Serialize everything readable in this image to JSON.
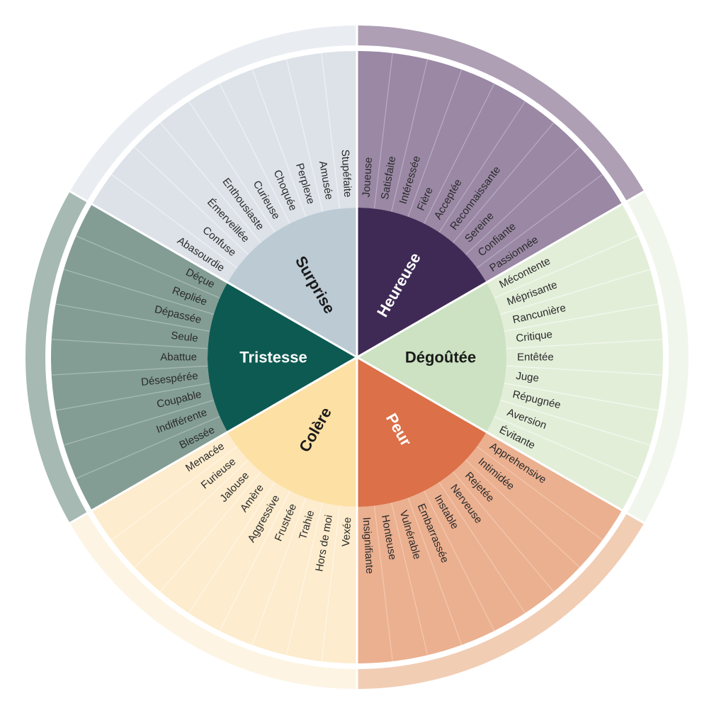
{
  "wheel": {
    "segments": [
      {
        "key": "heureuse",
        "label": "Heureuse",
        "label_color": "#ffffff",
        "colors": {
          "core": "#3f2a55",
          "middle": "#9a88a5",
          "outer": "#ae9fb5",
          "lines": "#b8aac2"
        },
        "items": [
          "Joueuse",
          "Satisfaite",
          "Intéressée",
          "Fière",
          "Acceptée",
          "Reconnaissante",
          "Sereine",
          "Confiante",
          "Passionnée"
        ]
      },
      {
        "key": "degoutee",
        "label": "Dégoûtée",
        "label_color": "#1a1a1a",
        "colors": {
          "core": "#cce2c2",
          "middle": "#e3eed9",
          "outer": "#f1f6ec",
          "lines": "#f3f8ef"
        },
        "items": [
          "Mécontente",
          "Méprisante",
          "Rancunière",
          "Critique",
          "Entêtée",
          "Juge",
          "Répugnée",
          "Aversion",
          "Évitante"
        ]
      },
      {
        "key": "peur",
        "label": "Peur",
        "label_color": "#ffffff",
        "colors": {
          "core": "#db7049",
          "middle": "#ebb090",
          "outer": "#f1cdb4",
          "lines": "#f3c7ad"
        },
        "items": [
          "Apprehensive",
          "Intimidée",
          "Rejetée",
          "Nerveuse",
          "Instable",
          "Embarrassée",
          "Vulnérable",
          "Honteuse",
          "Insignifiante"
        ]
      },
      {
        "key": "colere",
        "label": "Colère",
        "label_color": "#1a1a1a",
        "colors": {
          "core": "#fde0a4",
          "middle": "#fdeccd",
          "outer": "#fdf4e3",
          "lines": "#fef6e6"
        },
        "items": [
          "Vexée",
          "Hors de moi",
          "Trahie",
          "Frustrée",
          "Aggressive",
          "Amère",
          "Jalouse",
          "Furieuse",
          "Menacée"
        ]
      },
      {
        "key": "tristesse",
        "label": "Tristesse",
        "label_color": "#ffffff",
        "colors": {
          "core": "#0d5a52",
          "middle": "#839d95",
          "outer": "#a6b9b3",
          "lines": "#a7bab4"
        },
        "items": [
          "Blessée",
          "Indifférente",
          "Coupable",
          "Désespérée",
          "Abattue",
          "Seule",
          "Dépassée",
          "Repliée",
          "Déçue"
        ]
      },
      {
        "key": "surprise",
        "label": "Surprise",
        "label_color": "#1a1a1a",
        "colors": {
          "core": "#bccad4",
          "middle": "#dce2e8",
          "outer": "#e9edf2",
          "lines": "#eef1f4"
        },
        "items": [
          "Abasourdie",
          "Confuse",
          "Émerveillée",
          "Enthousiaste",
          "Curieuse",
          "Choquée",
          "Perplexe",
          "Amusée",
          "Stupéfaite"
        ]
      }
    ]
  }
}
